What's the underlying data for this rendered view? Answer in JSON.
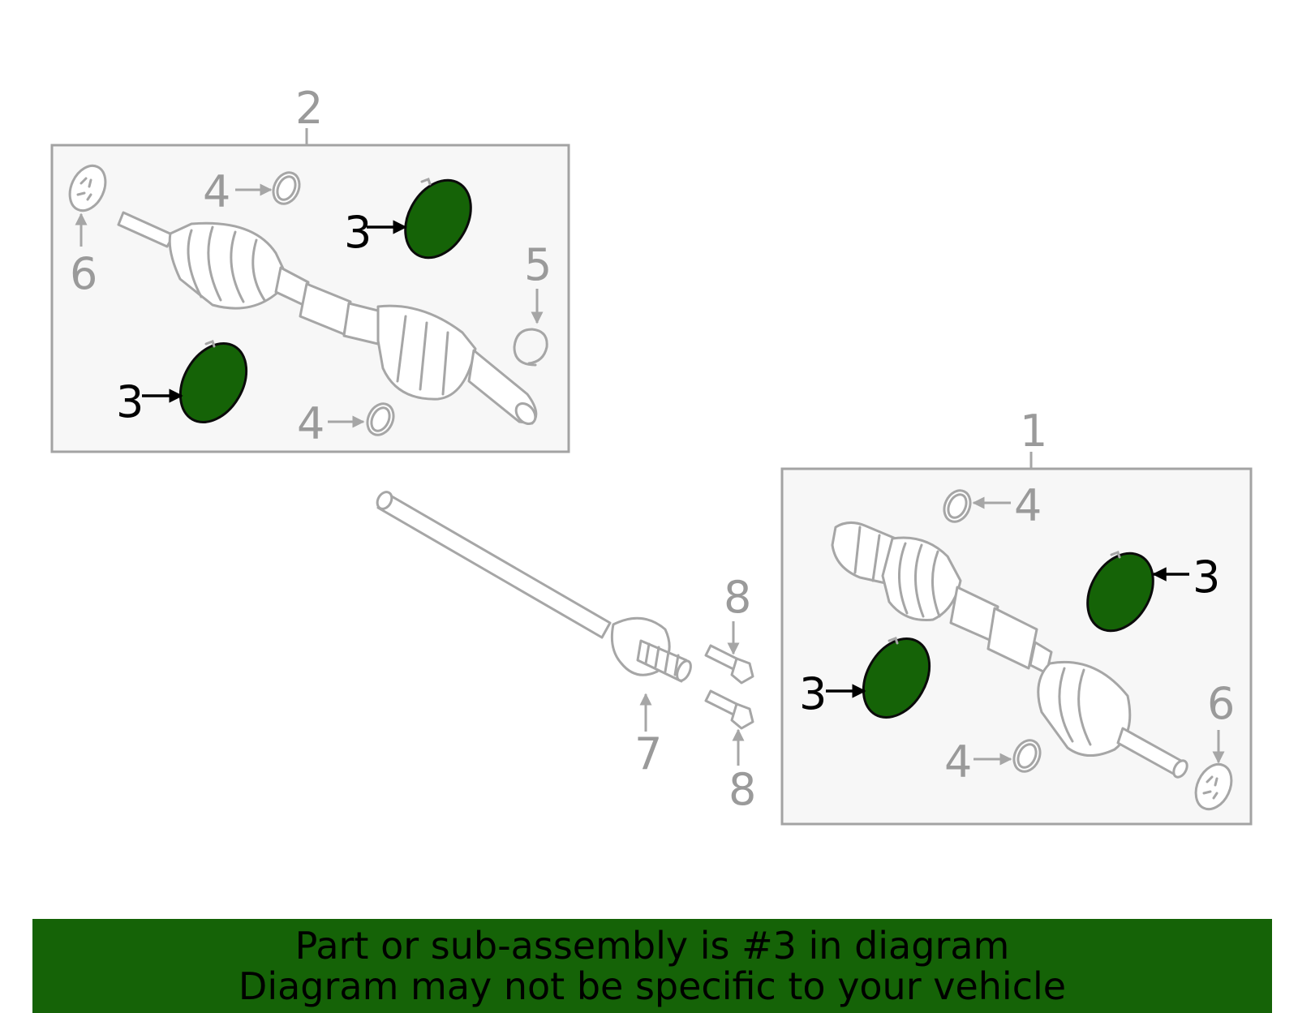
{
  "callouts": {
    "box_left_label": "2",
    "box_right_label": "1",
    "clamp": "4",
    "boot_highlighted": "3",
    "ring": "5",
    "cap": "6",
    "seal_bracket": "7",
    "bolt": "8"
  },
  "banner": {
    "line1": "Part or sub-assembly is #3 in diagram",
    "line2": "Diagram may not be specific to your vehicle"
  },
  "colors": {
    "highlight": "#156307",
    "banner": "#156307",
    "lines": "#a6a6a6",
    "box_fill": "#f7f7f7"
  }
}
